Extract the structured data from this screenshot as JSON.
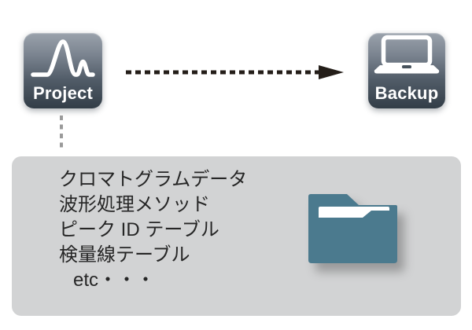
{
  "project_icon": {
    "label": "Project",
    "glyph": "chromatogram-curve-icon"
  },
  "backup_icon": {
    "label": "Backup",
    "glyph": "laptop-icon"
  },
  "arrow": {
    "type": "dashed-arrow-right",
    "color": "#241e19"
  },
  "connector": {
    "type": "dotted-line-vertical",
    "color": "#9a9a9a"
  },
  "detail_box": {
    "background": "#d2d3d4",
    "text_color": "#262626",
    "lines": [
      "クロマトグラムデータ",
      "波形処理メソッド",
      "ピーク ID テーブル",
      "検量線テーブル",
      "etc・・・"
    ],
    "folder_icon": "folder-icon",
    "folder_color": "#4b7a8e"
  },
  "colors": {
    "icon_gradient_top": "#9aa2ac",
    "icon_gradient_bottom": "#323d47",
    "icon_label_color": "#ffffff",
    "page_background": "#ffffff"
  }
}
